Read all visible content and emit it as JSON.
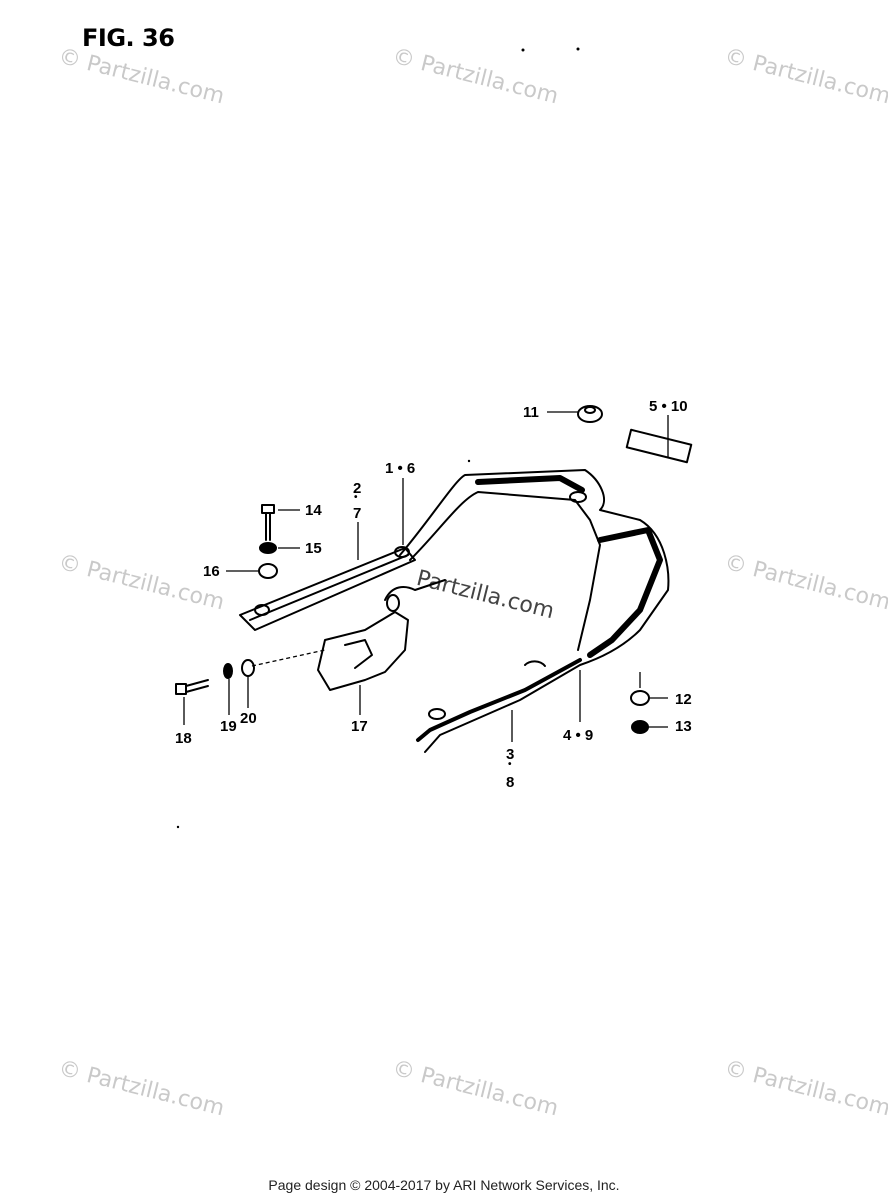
{
  "figure": {
    "title": "FIG. 36"
  },
  "watermarks": [
    "© Partzilla.com",
    "© Partzilla.com",
    "© Partzilla.com",
    "© Partzilla.com",
    "Partzilla.com",
    "© Partzilla.com",
    "© Partzilla.com",
    "© Partzilla.com",
    "© Partzilla.com"
  ],
  "callouts": [
    "11",
    "5 • 10",
    "1 • 6",
    "2",
    "•",
    "7",
    "14",
    "15",
    "16",
    "18",
    "19",
    "20",
    "17",
    "3",
    "•",
    "8",
    "4 • 9",
    "12",
    "13"
  ],
  "footer": {
    "text": "Page design © 2004-2017 by ARI Network Services, Inc."
  }
}
